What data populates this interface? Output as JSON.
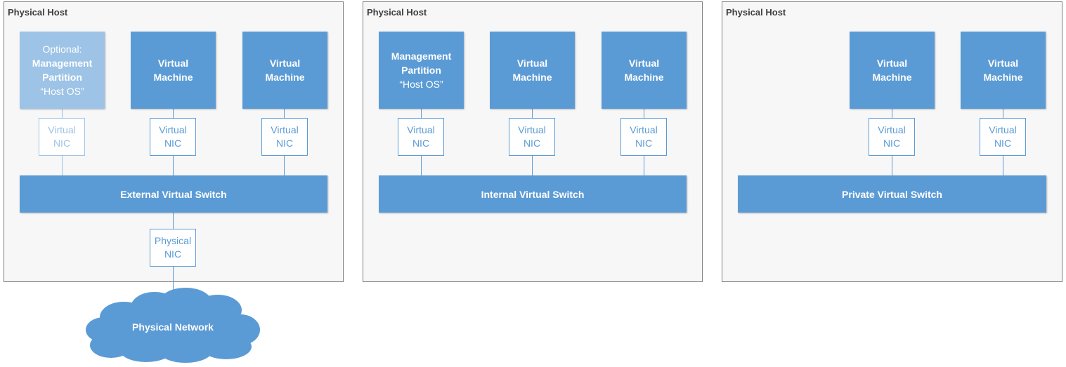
{
  "hosts": [
    {
      "title": "Physical Host",
      "vms": [
        {
          "lines": [
            "Optional:",
            "Management",
            "Partition",
            "“Host OS”"
          ]
        },
        {
          "lines": [
            "Virtual",
            "Machine"
          ]
        },
        {
          "lines": [
            "Virtual",
            "Machine"
          ]
        }
      ],
      "nics": [
        {
          "lines": [
            "Virtual",
            "NIC"
          ]
        },
        {
          "lines": [
            "Virtual",
            "NIC"
          ]
        },
        {
          "lines": [
            "Virtual",
            "NIC"
          ]
        }
      ],
      "switch": "External Virtual Switch",
      "physical_nic": {
        "lines": [
          "Physical",
          "NIC"
        ]
      }
    },
    {
      "title": "Physical Host",
      "vms": [
        {
          "lines": [
            "Management",
            "Partition",
            "“Host OS”"
          ]
        },
        {
          "lines": [
            "Virtual",
            "Machine"
          ]
        },
        {
          "lines": [
            "Virtual",
            "Machine"
          ]
        }
      ],
      "nics": [
        {
          "lines": [
            "Virtual",
            "NIC"
          ]
        },
        {
          "lines": [
            "Virtual",
            "NIC"
          ]
        },
        {
          "lines": [
            "Virtual",
            "NIC"
          ]
        }
      ],
      "switch": "Internal Virtual Switch"
    },
    {
      "title": "Physical Host",
      "vms": [
        {
          "lines": [
            "Virtual",
            "Machine"
          ]
        },
        {
          "lines": [
            "Virtual",
            "Machine"
          ]
        }
      ],
      "nics": [
        {
          "lines": [
            "Virtual",
            "NIC"
          ]
        },
        {
          "lines": [
            "Virtual",
            "NIC"
          ]
        }
      ],
      "switch": "Private Virtual Switch"
    }
  ],
  "network": {
    "label": "Physical Network"
  },
  "colors": {
    "accent": "#5b9bd5",
    "faded": "#9dc3e6",
    "host_bg": "#f7f7f7",
    "host_border": "#7f7f7f"
  }
}
